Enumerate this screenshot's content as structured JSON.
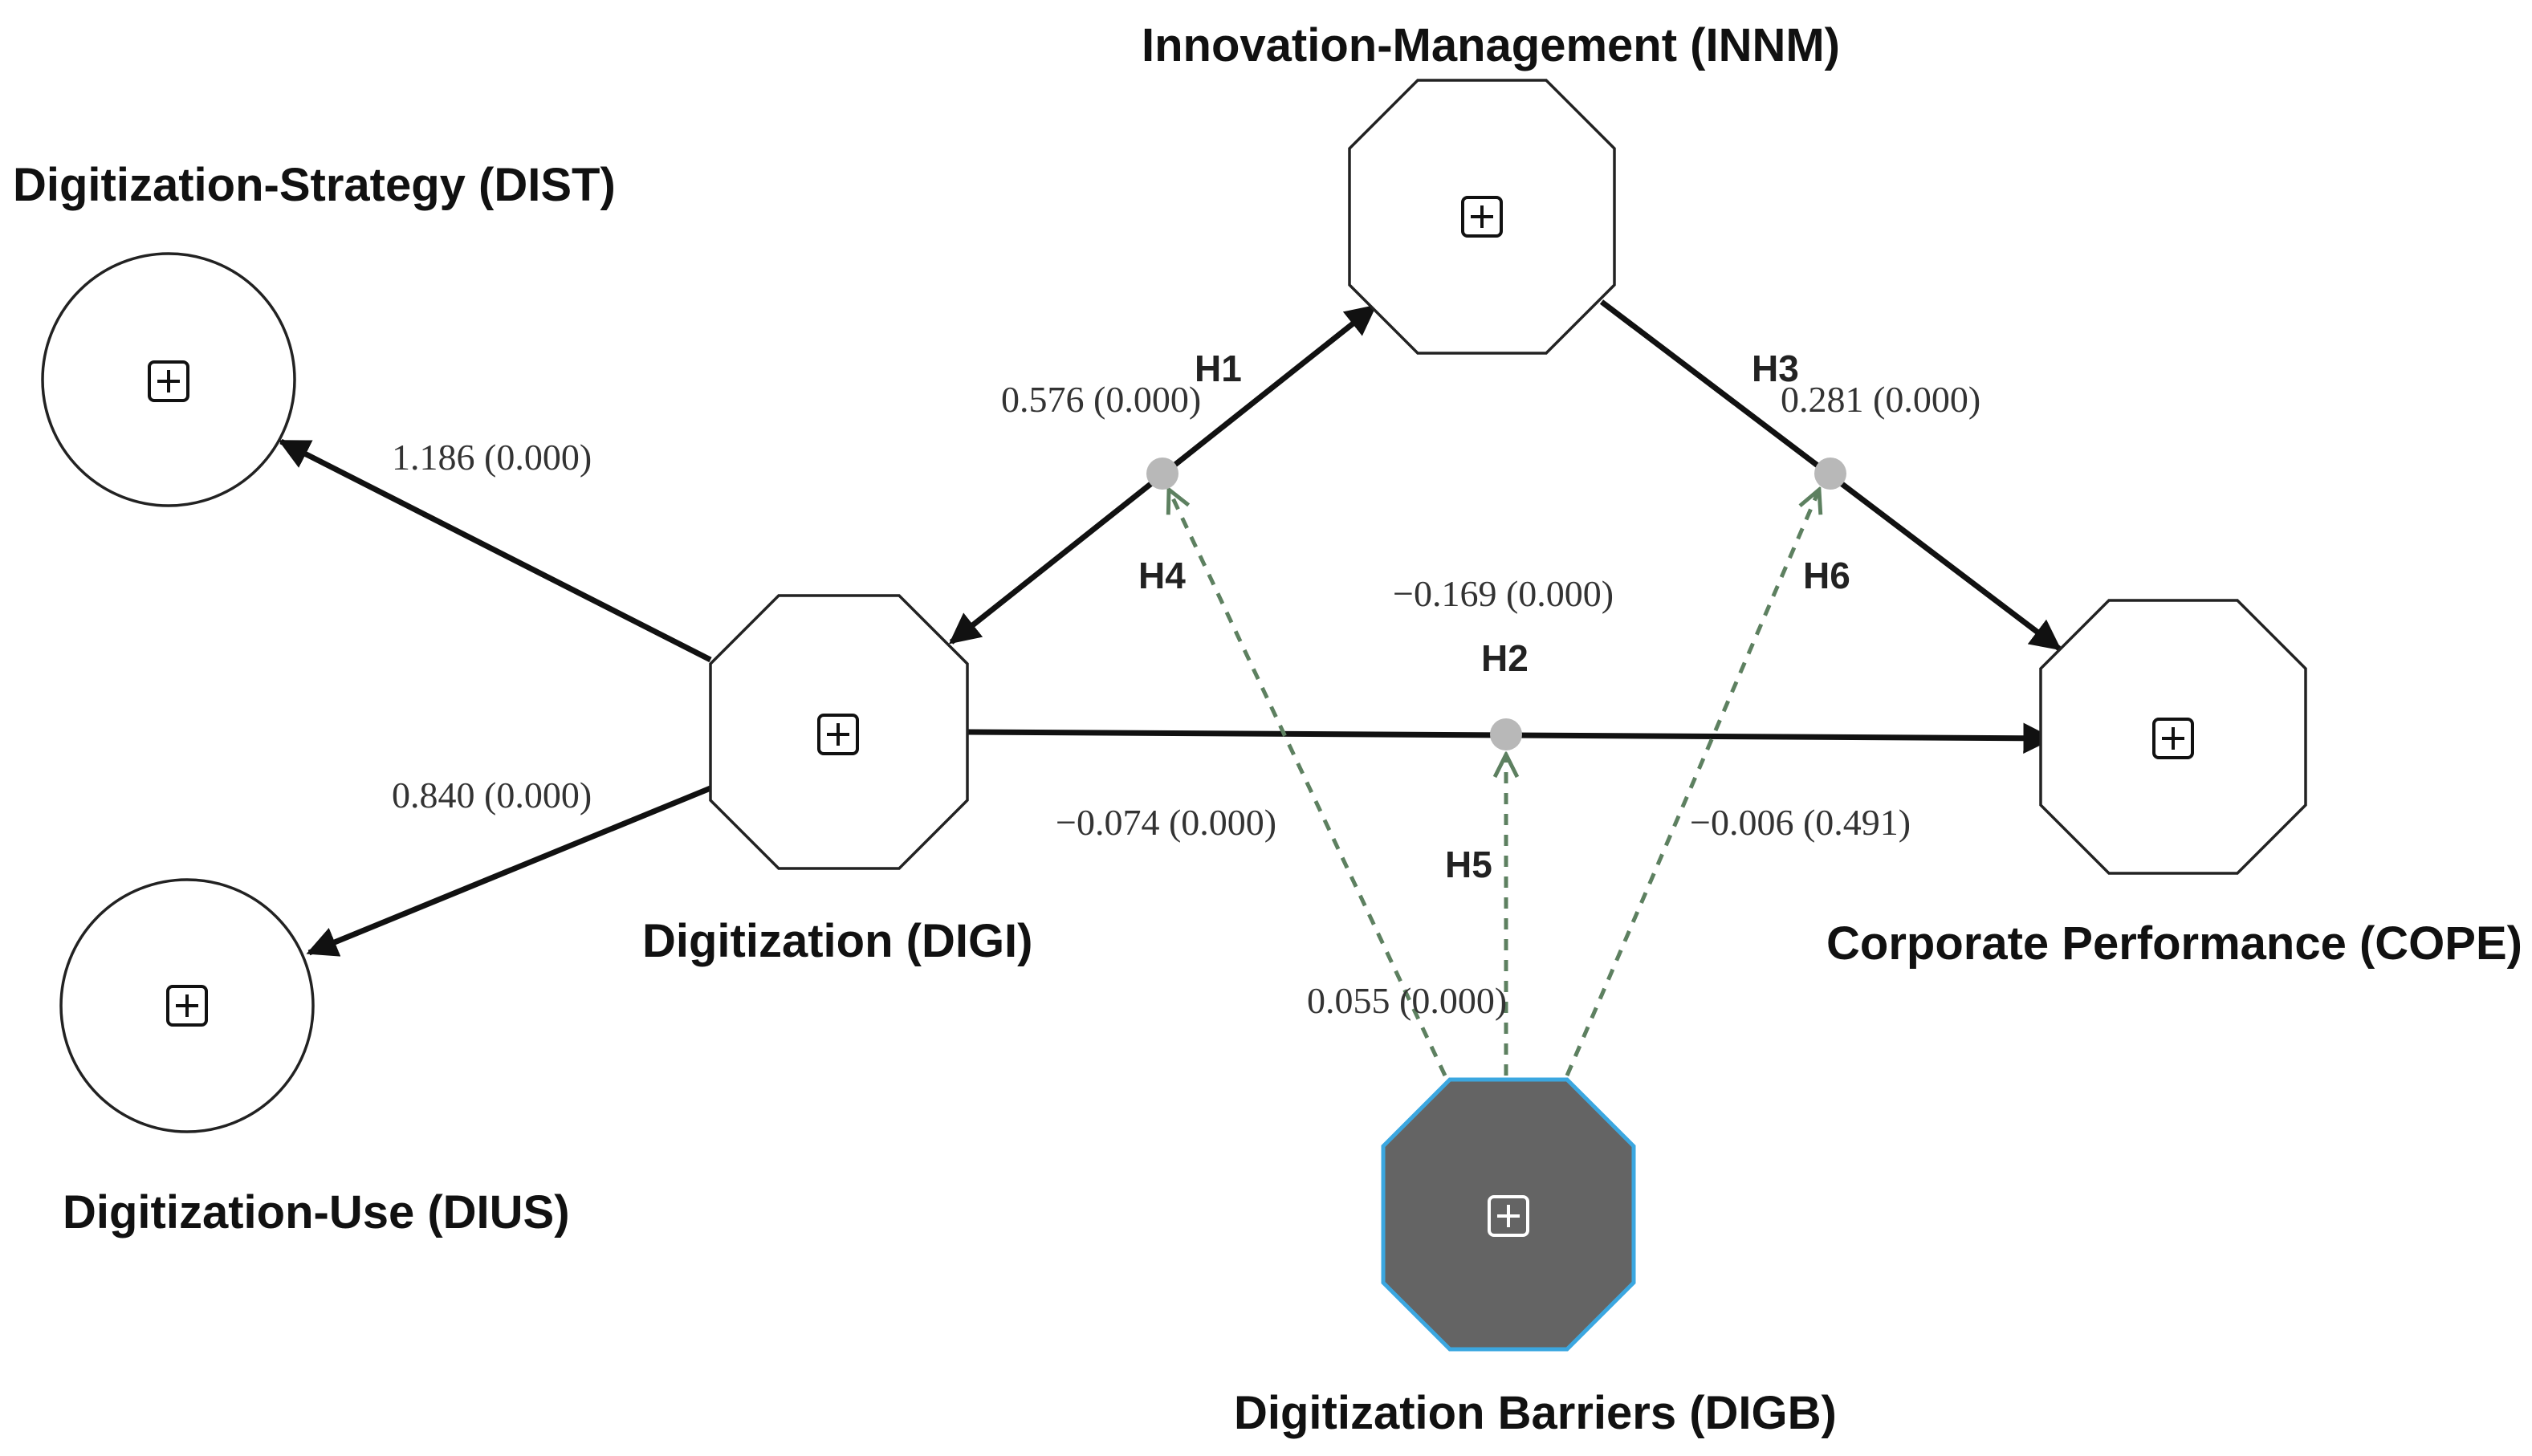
{
  "constructs": {
    "dist": {
      "label": "Digitization-Strategy (DIST)",
      "shape": "circle"
    },
    "dius": {
      "label": "Digitization-Use (DIUS)",
      "shape": "circle"
    },
    "digi": {
      "label": "Digitization (DIGI)",
      "shape": "octagon"
    },
    "innm": {
      "label": "Innovation-Management (INNM)",
      "shape": "octagon"
    },
    "cope": {
      "label": "Corporate Performance (COPE)",
      "shape": "octagon"
    },
    "digb": {
      "label": "Digitization Barriers (DIGB)",
      "shape": "octagon",
      "fill": "#646464",
      "border": "#3ba7e0"
    }
  },
  "icons": {
    "expand": "plus-box-icon"
  },
  "colors": {
    "path": "#111111",
    "moderator": "#5d8060",
    "dot": "#b8b8b8"
  },
  "paths": {
    "digi_dist": "1.186 (0.000)",
    "digi_dius": "0.840 (0.000)",
    "digi_innm": "0.576 (0.000)",
    "innm_cope": "0.281 (0.000)",
    "digi_cope": "−0.169 (0.000)",
    "digb_h4": "−0.074 (0.000)",
    "digb_h5": "0.055 (0.000)",
    "digb_h6": "−0.006 (0.491)"
  },
  "hypotheses": {
    "h1": "H1",
    "h2": "H2",
    "h3": "H3",
    "h4": "H4",
    "h5": "H5",
    "h6": "H6"
  }
}
